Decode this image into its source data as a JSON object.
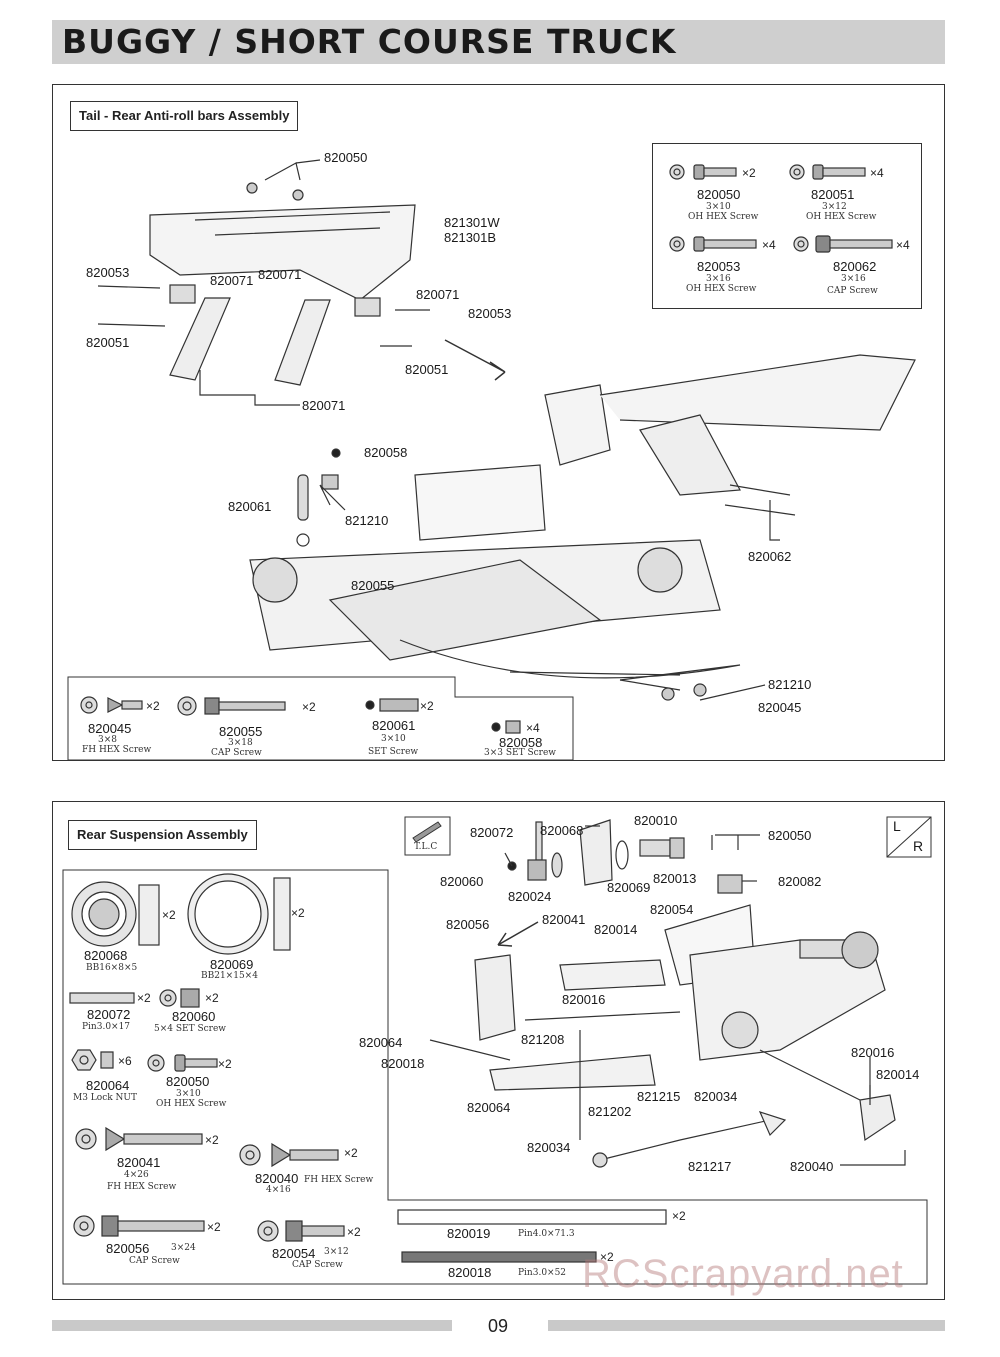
{
  "header": {
    "title": "BUGGY / SHORT COURSE TRUCK"
  },
  "section1": {
    "title": "Tail - Rear Anti-roll bars Assembly",
    "callouts": [
      "820050",
      "821301W",
      "821301B",
      "820053",
      "820071",
      "820071",
      "820071",
      "820053",
      "820051",
      "820051",
      "820071",
      "820058",
      "820061",
      "821210",
      "820055",
      "820062",
      "821210",
      "820045"
    ],
    "parts_top": [
      {
        "id": "820050",
        "spec": "3×10",
        "desc": "OH HEX Screw",
        "qty": "×2"
      },
      {
        "id": "820051",
        "spec": "3×12",
        "desc": "OH HEX Screw",
        "qty": "×4"
      },
      {
        "id": "820053",
        "spec": "3×16",
        "desc": "OH HEX Screw",
        "qty": "×4"
      },
      {
        "id": "820062",
        "spec": "3×16",
        "desc": "CAP Screw",
        "qty": "×4"
      }
    ],
    "parts_bottom": [
      {
        "id": "820045",
        "spec": "3×8",
        "desc": "FH HEX Screw",
        "qty": "×2"
      },
      {
        "id": "820055",
        "spec": "3×18",
        "desc": "CAP Screw",
        "qty": "×2"
      },
      {
        "id": "820061",
        "spec": "3×10",
        "desc": "SET Screw",
        "qty": "×2"
      },
      {
        "id": "820058",
        "spec": "3×3 SET Screw",
        "qty": "×4"
      }
    ]
  },
  "section2": {
    "title": "Rear Suspension Assembly",
    "lr_top": "L",
    "lr_bottom": "R",
    "tlc": "T.L.C",
    "callouts": [
      "820072",
      "820068",
      "820010",
      "820050",
      "820060",
      "820024",
      "820069",
      "820013",
      "820082",
      "820054",
      "820056",
      "820041",
      "820014",
      "820016",
      "820064",
      "821208",
      "820018",
      "820016",
      "820014",
      "821215",
      "820034",
      "820064",
      "821202",
      "820034",
      "821217",
      "820040"
    ],
    "parts": [
      {
        "id": "820068",
        "spec": "BB16×8×5",
        "qty": "×2"
      },
      {
        "id": "820069",
        "spec": "BB21×15×4",
        "qty": "×2"
      },
      {
        "id": "820072",
        "spec": "Pin3.0×17",
        "qty": "×2"
      },
      {
        "id": "820060",
        "spec": "5×4 SET Screw",
        "qty": "×2"
      },
      {
        "id": "820064",
        "spec": "M3 Lock NUT",
        "qty": "×6"
      },
      {
        "id": "820050",
        "spec": "3×10",
        "desc": "OH HEX Screw",
        "qty": "×2"
      },
      {
        "id": "820041",
        "spec": "4×26",
        "desc": "FH HEX Screw",
        "qty": "×2"
      },
      {
        "id": "820040",
        "spec": "4×16",
        "desc": "FH HEX Screw",
        "qty": "×2"
      },
      {
        "id": "820056",
        "spec": "3×24",
        "desc": "CAP Screw",
        "qty": "×2"
      },
      {
        "id": "820054",
        "spec": "3×12",
        "desc": "CAP Screw",
        "qty": "×2"
      },
      {
        "id": "820019",
        "spec": "Pin4.0×71.3",
        "qty": "×2"
      },
      {
        "id": "820018",
        "spec": "Pin3.0×52",
        "qty": "×2"
      }
    ]
  },
  "footer": {
    "page": "09",
    "watermark": "RCScrapyard.net"
  }
}
